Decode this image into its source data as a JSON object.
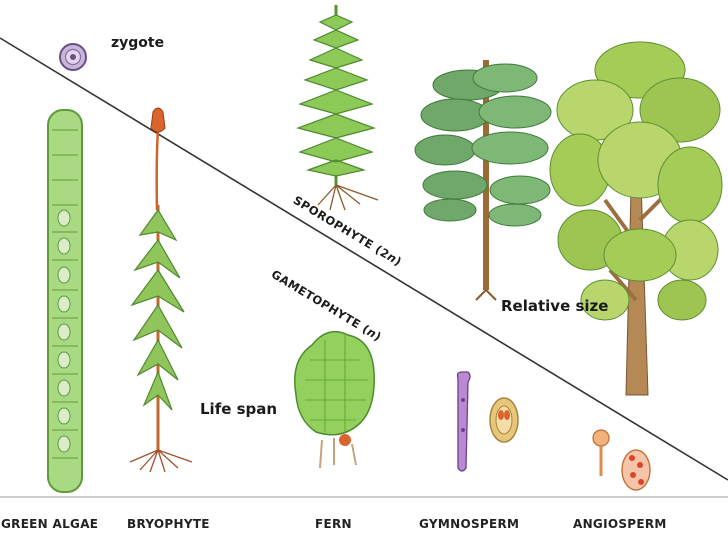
{
  "labels": {
    "zygote": "zygote",
    "sporophyte_text": "SPOROPHYTE (2",
    "sporophyte_n": "n",
    "sporophyte_close": ")",
    "gametophyte_text": "GAMETOPHYTE (",
    "gametophyte_n": "n",
    "gametophyte_close": ")",
    "relative_size": "Relative size",
    "life_span": "Life span"
  },
  "groups": [
    {
      "name": "GREEN ALGAE"
    },
    {
      "name": "BRYOPHYTE"
    },
    {
      "name": "FERN"
    },
    {
      "name": "GYMNOSPERM"
    },
    {
      "name": "ANGIOSPERM"
    }
  ],
  "colors": {
    "leaf_green": "#7cc04a",
    "dark_green": "#4e8a2e",
    "trunk_brown": "#b07a3c",
    "algae_green": "#9bd07a",
    "gametophyte_purple": "#a97cc4",
    "line": "#333333"
  }
}
